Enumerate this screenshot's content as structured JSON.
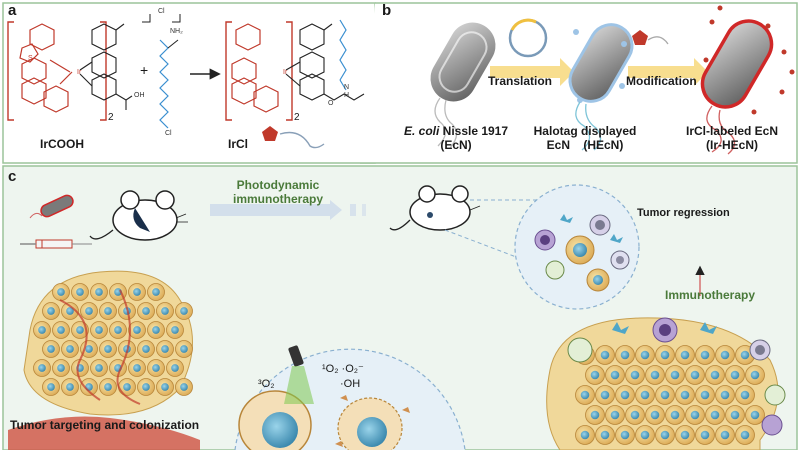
{
  "panel_a": {
    "letter": "a",
    "left_compound": "IrCOOH",
    "right_compound": "IrCl",
    "subscript": "2",
    "plus": "+",
    "linker_labels": [
      "NH₂",
      "Cl",
      "Cl",
      "OH",
      "O",
      "N",
      "H"
    ]
  },
  "panel_b": {
    "letter": "b",
    "step1": "Translation",
    "step2": "Modification",
    "label1_italic": "E. coli",
    "label1_rest": " Nissle 1917",
    "label1_line2": "(EcN)",
    "label2_line1": "Halotag displayed",
    "label2_line2": "EcN    (HEcN)",
    "label3_line1": "IrCl-labeled EcN",
    "label3_line2": "(Ir-HEcN)"
  },
  "panel_c": {
    "letter": "c",
    "therapy_line1": "Photodynamic",
    "therapy_line2": "immunotherapy",
    "tumor_regression": "Tumor regression",
    "immunotherapy": "Immunotherapy",
    "targeting": "Tumor targeting and colonization",
    "ros_line1": "¹O₂ ·O₂⁻",
    "ros_line2": "·OH",
    "triplet_oxygen": "³O₂"
  },
  "colors": {
    "panel_border": "#9cc49a",
    "panel_c_bg": "#eef5ef",
    "arrow_yellow": "#f0c040",
    "iridium_red": "#c0392b",
    "linker_blue": "#3a8fd0",
    "tumor_cell": "#e8c07a",
    "nucleus": "#4fa6c8",
    "green_text": "#4a7a3a"
  },
  "icons": [
    "bacterium-icon",
    "plasmid-icon",
    "syringe-icon",
    "mouse-icon",
    "flashlight-icon",
    "tumor-mass-icon",
    "immune-cell-icon"
  ]
}
